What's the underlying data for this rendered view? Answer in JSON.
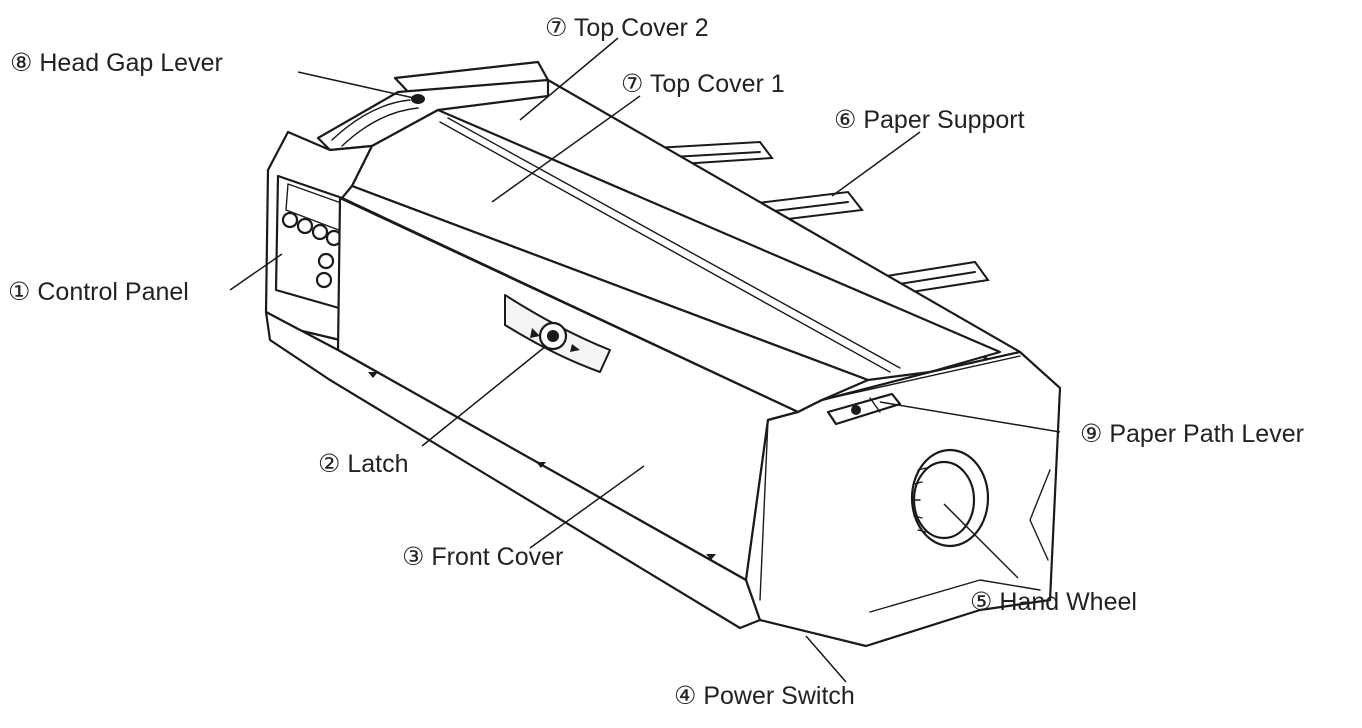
{
  "labels": {
    "head_gap_lever": "⑧ Head Gap Lever",
    "top_cover_2": "⑦ Top Cover 2",
    "top_cover_1": "⑦ Top Cover 1",
    "paper_support": "⑥  Paper Support",
    "control_panel": "① Control Panel",
    "latch": "② Latch",
    "front_cover": "③ Front Cover",
    "paper_path_lever": "⑨ Paper Path Lever",
    "hand_wheel": "⑤ Hand Wheel",
    "power_switch": "④ Power Switch"
  }
}
